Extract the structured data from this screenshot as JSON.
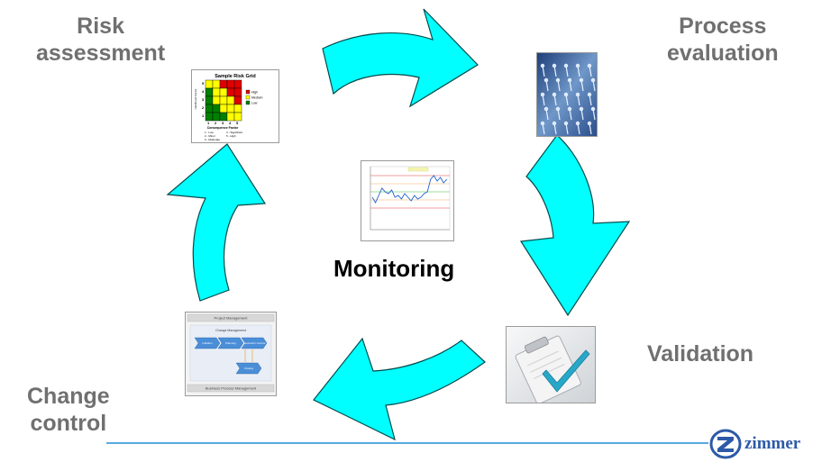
{
  "labels": {
    "risk_line1": "Risk",
    "risk_line2": "assessment",
    "process_line1": "Process",
    "process_line2": "evaluation",
    "validation": "Validation",
    "change_line1": "Change",
    "change_line2": "control",
    "monitoring": "Monitoring"
  },
  "risk_grid": {
    "title": "Sample Risk Grid",
    "y_label": "Likelihood Factor",
    "x_label": "Consequence Factor",
    "x_ticks": [
      "1",
      "2",
      "3",
      "4",
      "5"
    ],
    "y_ticks": [
      "5",
      "4",
      "3",
      "2",
      "1"
    ],
    "legend": [
      "High",
      "Medium",
      "Low"
    ],
    "notes": [
      "1 - Low",
      "2 - Minor",
      "3 - Moderate",
      "4 - Significant",
      "5 - High"
    ]
  },
  "change_diagram": {
    "top_bar": "Project Management",
    "inner_title": "Change Management",
    "steps": [
      "Initiation",
      "Planning",
      "Execution/ Control",
      "Closing"
    ],
    "bottom_bar": "Business Process Management"
  },
  "logo": {
    "text": "zimmer"
  },
  "colors": {
    "arrow_fill": "#00ffff",
    "arrow_stroke": "#004a4a",
    "label_gray": "#707070",
    "footer_line": "#5aa8e0",
    "logo_blue": "#2d5aa8"
  }
}
